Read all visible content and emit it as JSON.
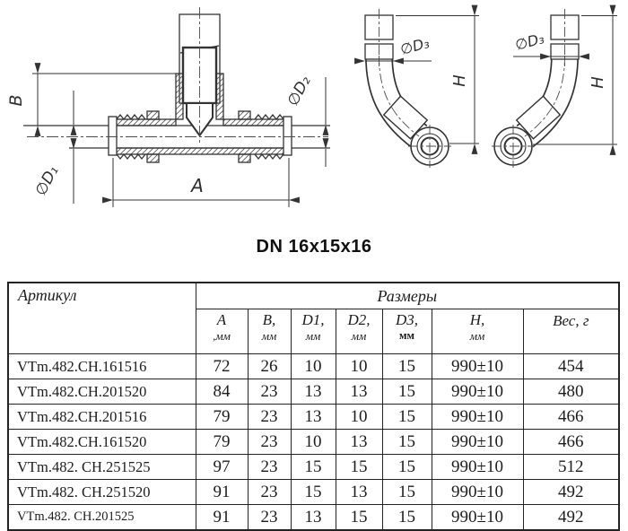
{
  "title": "DN 16x15x16",
  "drawing": {
    "labels": {
      "b": "B",
      "a": "A",
      "d1": "∅D₁",
      "d2": "∅D₂",
      "d3": "∅D₃",
      "h": "H"
    }
  },
  "table": {
    "article_header": "Артикул",
    "sizes_header": "Размеры",
    "weight_header": "Вес, г",
    "sub_headers": [
      {
        "name": "A",
        "unit": ",мм"
      },
      {
        "name": "B,",
        "unit": "мм"
      },
      {
        "name": "D1,",
        "unit": "мм"
      },
      {
        "name": "D2,",
        "unit": "мм"
      },
      {
        "name": "D3,",
        "unit": "мм"
      },
      {
        "name": "H,",
        "unit": "мм"
      }
    ],
    "rows": [
      [
        "VTm.482.CH.161516",
        "72",
        "26",
        "10",
        "10",
        "15",
        "990±10",
        "454"
      ],
      [
        "VTm.482.CH.201520",
        "84",
        "23",
        "13",
        "13",
        "15",
        "990±10",
        "480"
      ],
      [
        "VTm.482.CH.201516",
        "79",
        "23",
        "13",
        "10",
        "15",
        "990±10",
        "466"
      ],
      [
        "VTm.482.CH.161520",
        "79",
        "23",
        "10",
        "13",
        "15",
        "990±10",
        "466"
      ],
      [
        "VTm.482. CH.251525",
        "97",
        "23",
        "15",
        "15",
        "15",
        "990±10",
        "512"
      ],
      [
        "VTm.482. CH.251520",
        "91",
        "23",
        "15",
        "13",
        "15",
        "990±10",
        "492"
      ],
      [
        "VTm.482. CH.201525",
        "91",
        "23",
        "13",
        "15",
        "15",
        "990±10",
        "492"
      ]
    ]
  }
}
